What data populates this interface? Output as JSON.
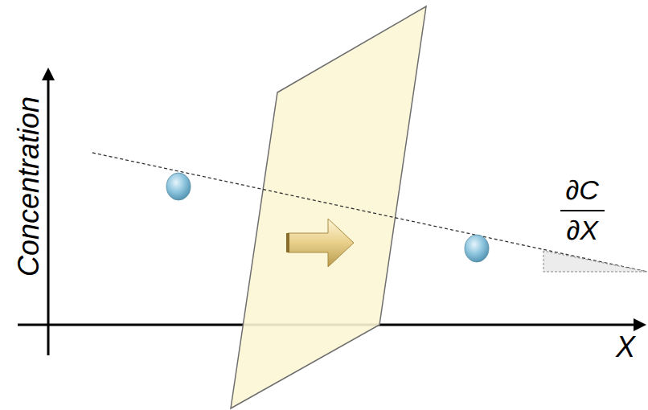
{
  "diagram": {
    "labels": [
      "Concentration",
      "X",
      "∂C",
      "∂X"
    ]
  }
}
